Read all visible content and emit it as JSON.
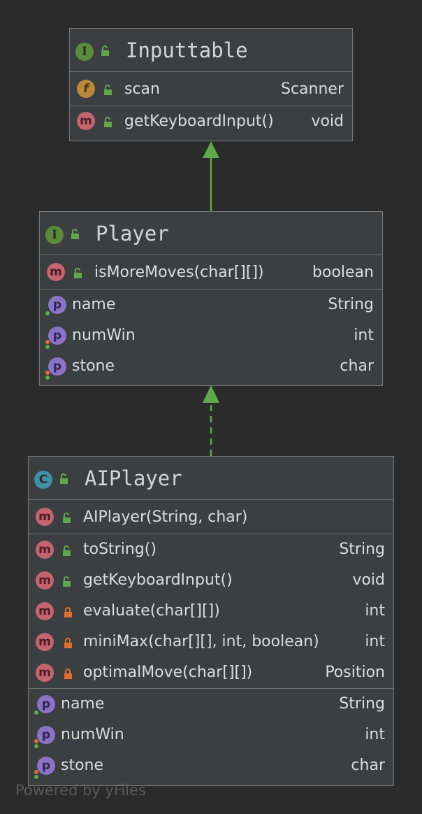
{
  "inputtable": {
    "title": "Inputtable",
    "fields": [
      {
        "name": "scan",
        "type": "Scanner"
      }
    ],
    "methods": [
      {
        "name": "getKeyboardInput()",
        "type": "void"
      }
    ]
  },
  "player": {
    "title": "Player",
    "methods": [
      {
        "name": "isMoreMoves(char[][])",
        "type": "boolean"
      }
    ],
    "properties": [
      {
        "name": "name",
        "type": "String"
      },
      {
        "name": "numWin",
        "type": "int"
      },
      {
        "name": "stone",
        "type": "char"
      }
    ]
  },
  "aiplayer": {
    "title": "AIPlayer",
    "constructors": [
      {
        "name": "AIPlayer(String, char)"
      }
    ],
    "methods": [
      {
        "name": "toString()",
        "type": "String"
      },
      {
        "name": "getKeyboardInput()",
        "type": "void"
      },
      {
        "name": "evaluate(char[][])",
        "type": "int"
      },
      {
        "name": "miniMax(char[][], int, boolean)",
        "type": "int"
      },
      {
        "name": "optimalMove(char[][])",
        "type": "Position"
      }
    ],
    "properties": [
      {
        "name": "name",
        "type": "String"
      },
      {
        "name": "numWin",
        "type": "int"
      },
      {
        "name": "stone",
        "type": "char"
      }
    ]
  },
  "icons": {
    "interface": "I",
    "class": "C",
    "method": "m",
    "property": "p",
    "field": "f"
  },
  "colors": {
    "edge": "#5fa84a",
    "background": "#2b2b2b",
    "box": "#3c3f41"
  },
  "footer": "Powered by yFiles"
}
